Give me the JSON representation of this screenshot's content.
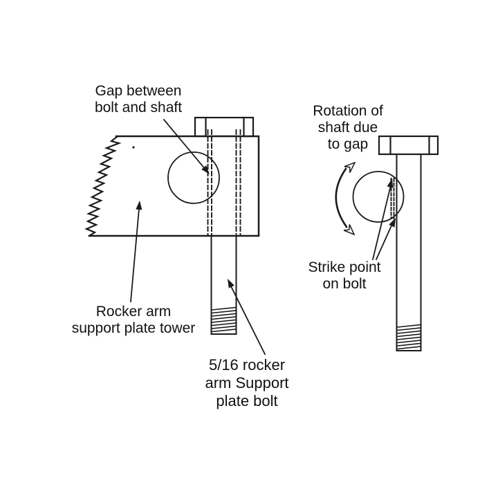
{
  "diagram": {
    "left": {
      "gap_label": "Gap between\nbolt and shaft",
      "tower_label": "Rocker arm\nsupport plate tower",
      "bolt_label": "5/16 rocker\narm Support\nplate bolt"
    },
    "right": {
      "rotation_label": "Rotation of\nshaft due\nto gap",
      "strike_label": "Strike point\non bolt"
    },
    "colors": {
      "ink": "#1a1a1a",
      "background": "#ffffff"
    }
  }
}
